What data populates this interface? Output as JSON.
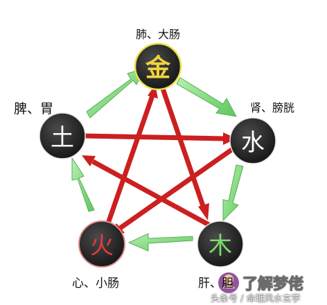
{
  "nodes": {
    "metal": {
      "char": "金",
      "organs": "肺、大肠"
    },
    "water": {
      "char": "水",
      "organs": "肾、膀胱"
    },
    "wood": {
      "char": "木",
      "organs": "肝、胆"
    },
    "fire": {
      "char": "火",
      "organs": "心、小肠"
    },
    "earth": {
      "char": "土",
      "organs": "脾、胃"
    }
  },
  "colors": {
    "node_bg": "#2a2a2a",
    "metal_char": "#f1d43a",
    "water_char": "#ffffff",
    "wood_char": "#7ddc68",
    "fire_char": "#e23a3a",
    "earth_char": "#ffffff",
    "generating_arrow": "#8ee08e",
    "controlling_arrow": "#cc1f1f"
  },
  "watermark": {
    "logo_text": "了解梦佬",
    "caption": "头条号 / 命理风水玄学"
  }
}
